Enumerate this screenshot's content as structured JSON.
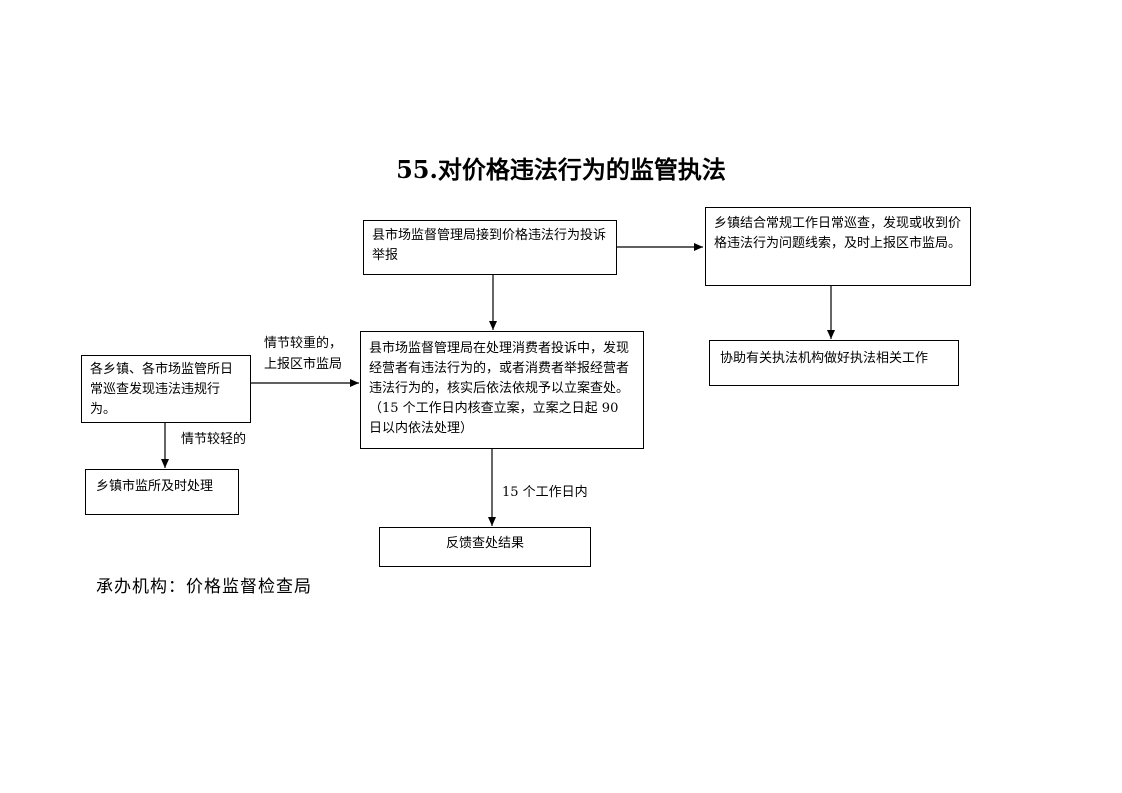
{
  "title": "55.对价格违法行为的监管执法",
  "boxes": {
    "receive": "县市场监督管理局接到价格违法行为投诉举报",
    "township_patrol": "乡镇结合常规工作日常巡查，发现或收到价格违法行为问题线索，及时上报区市监局。",
    "assist": "协助有关执法机构做好执法相关工作",
    "process": "县市场监督管理局在处理消费者投诉中，发现经营者有违法行为的，或者消费者举报经营者违法行为的，核实后依法依规予以立案查处。（15 个工作日内核查立案，立案之日起 90 日以内依法处理）",
    "grassroots": "各乡镇、各市场监管所日常巡查发现违法违规行为。",
    "township_handle": "乡镇市监所及时处理",
    "feedback": "反馈查处结果"
  },
  "labels": {
    "serious_line1": "情节较重的，",
    "serious_line2": "上报区市监局",
    "minor": "情节较轻的",
    "within_15": "15 个工作日内"
  },
  "footer": "承办机构：价格监督检查局"
}
